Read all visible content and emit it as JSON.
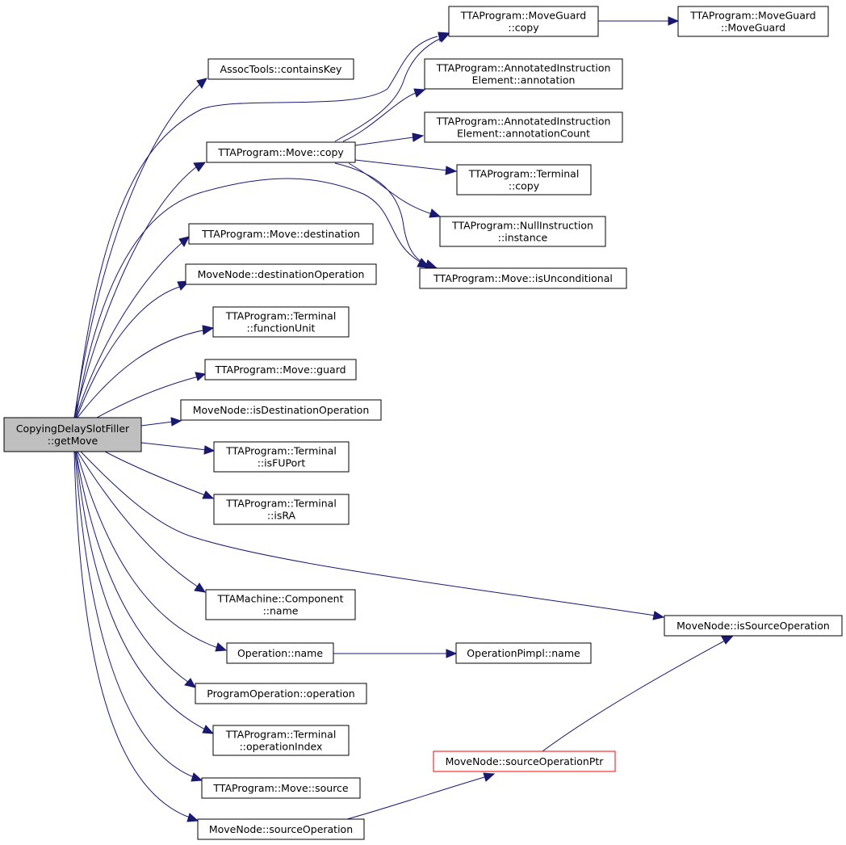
{
  "graph": {
    "colors": {
      "edge": "#191970",
      "root_fill": "#bfbfbf",
      "node_border": "#000000",
      "highlight_border": "#ff0000"
    },
    "nodes": {
      "root": [
        "CopyingDelaySlotFiller",
        "::getMove"
      ],
      "containsKey": [
        "AssocTools::containsKey"
      ],
      "moveCopy": [
        "TTAProgram::Move::copy"
      ],
      "moveGuardCopy": [
        "TTAProgram::MoveGuard",
        "::copy"
      ],
      "moveGuardCtor": [
        "TTAProgram::MoveGuard",
        "::MoveGuard"
      ],
      "annotation": [
        "TTAProgram::AnnotatedInstruction",
        "Element::annotation"
      ],
      "annotationCount": [
        "TTAProgram::AnnotatedInstruction",
        "Element::annotationCount"
      ],
      "terminalCopy": [
        "TTAProgram::Terminal",
        "::copy"
      ],
      "nullInstr": [
        "TTAProgram::NullInstruction",
        "::instance"
      ],
      "isUncond": [
        "TTAProgram::Move::isUnconditional"
      ],
      "destination": [
        "TTAProgram::Move::destination"
      ],
      "destOp": [
        "MoveNode::destinationOperation"
      ],
      "functionUnit": [
        "TTAProgram::Terminal",
        "::functionUnit"
      ],
      "guard": [
        "TTAProgram::Move::guard"
      ],
      "isDestOp": [
        "MoveNode::isDestinationOperation"
      ],
      "isFUPort": [
        "TTAProgram::Terminal",
        "::isFUPort"
      ],
      "isRA": [
        "TTAProgram::Terminal",
        "::isRA"
      ],
      "compName": [
        "TTAMachine::Component",
        "::name"
      ],
      "isSrcOp": [
        "MoveNode::isSourceOperation"
      ],
      "opName": [
        "Operation::name"
      ],
      "pimplName": [
        "OperationPimpl::name"
      ],
      "progOp": [
        "ProgramOperation::operation"
      ],
      "opIndex": [
        "TTAProgram::Terminal",
        "::operationIndex"
      ],
      "srcOpPtr": [
        "MoveNode::sourceOperationPtr"
      ],
      "moveSource": [
        "TTAProgram::Move::source"
      ],
      "srcOp": [
        "MoveNode::sourceOperation"
      ]
    }
  }
}
